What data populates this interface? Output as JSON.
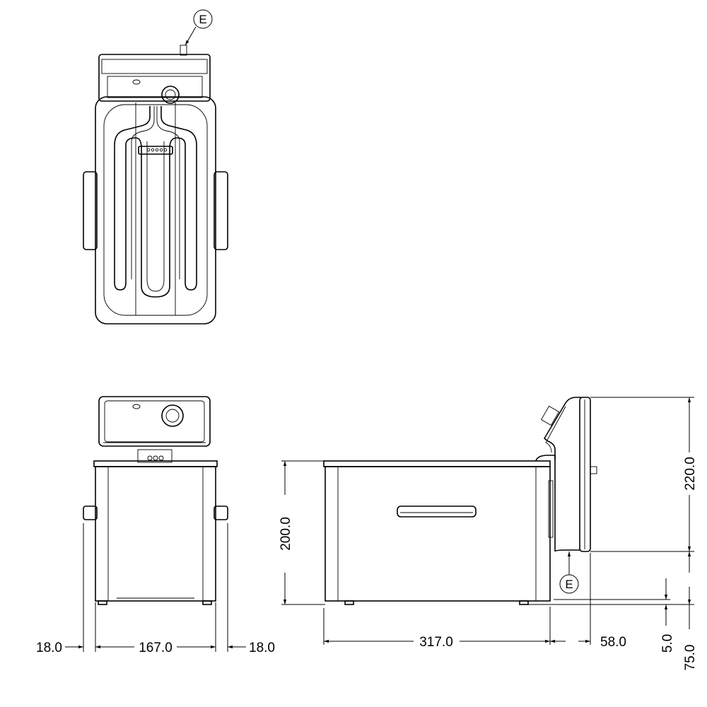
{
  "callouts": {
    "top_view": "E",
    "side_view": "E"
  },
  "dimensions": {
    "front_left_handle": "18.0",
    "front_width": "167.0",
    "front_right_handle": "18.0",
    "side_tank_height": "200.0",
    "side_length": "317.0",
    "side_head_depth": "58.0",
    "side_head_height": "220.0",
    "side_foot": "5.0",
    "side_head_base": "75.0"
  }
}
